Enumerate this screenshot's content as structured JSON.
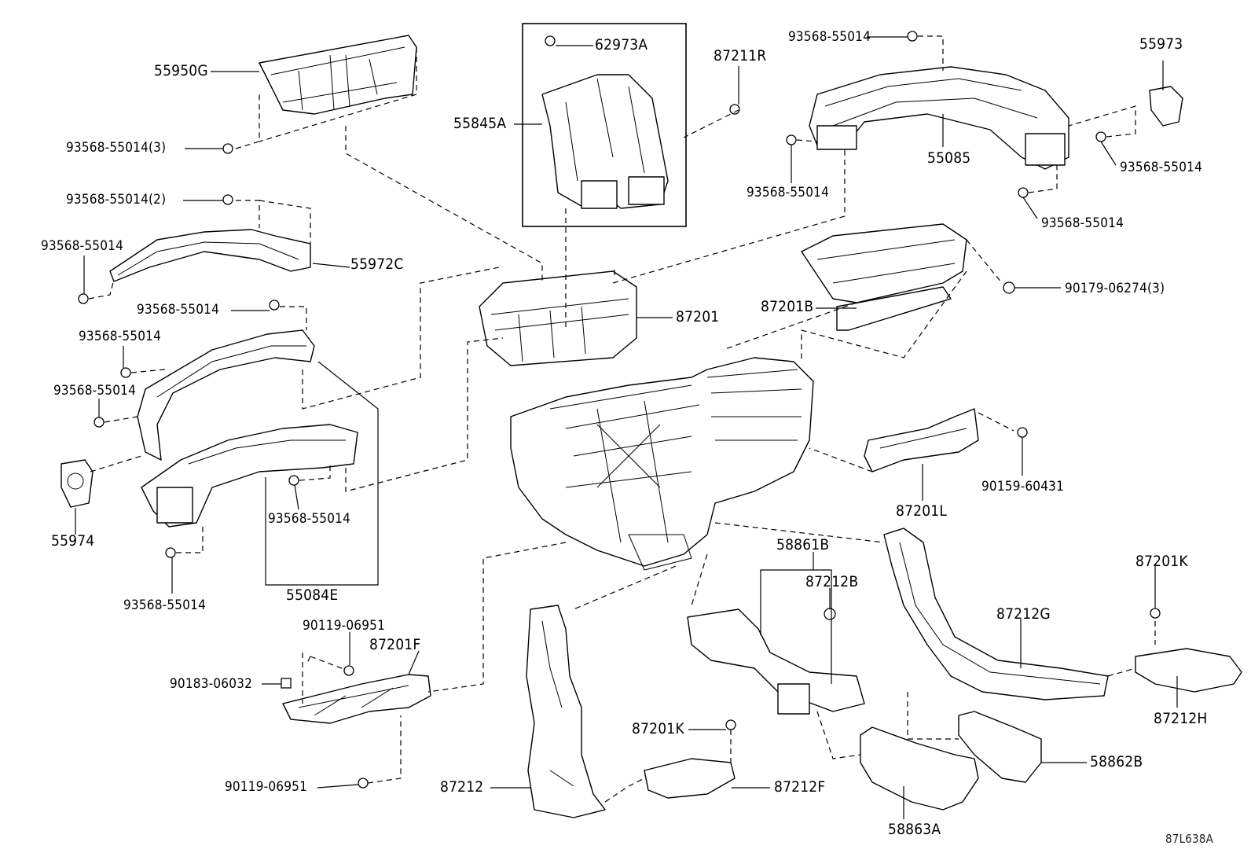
{
  "diagram_code": "87L638A",
  "labels": {
    "p55950g": "55950G",
    "p93568_3": "93568-55014(3)",
    "p93568_2": "93568-55014(2)",
    "p93568_a": "93568-55014",
    "p55972c": "55972C",
    "p93568_b": "93568-55014",
    "p93568_c": "93568-55014",
    "p93568_d": "93568-55014",
    "p55974": "55974",
    "p93568_e": "93568-55014",
    "p93568_f": "93568-55014",
    "p55084e": "55084E",
    "p62973a": "62973A",
    "p55845a": "55845A",
    "p87201": "87201",
    "p87211r": "87211R",
    "p93568_g": "93568-55014",
    "p55973": "55973",
    "p93568_h": "93568-55014",
    "p55085": "55085",
    "p93568_i": "93568-55014",
    "p93568_j": "93568-55014",
    "p87201b": "87201B",
    "p90179": "90179-06274(3)",
    "p90159": "90159-60431",
    "p87201l": "87201L",
    "p58861b": "58861B",
    "p87212b": "87212B",
    "p87201k_a": "87201K",
    "p87212g": "87212G",
    "p87212h": "87212H",
    "p58862b": "58862B",
    "p58863a": "58863A",
    "p90119_a": "90119-06951",
    "p87201f": "87201F",
    "p90183": "90183-06032",
    "p90119_b": "90119-06951",
    "p87212": "87212",
    "p87201k_b": "87201K",
    "p87212f": "87212F"
  }
}
